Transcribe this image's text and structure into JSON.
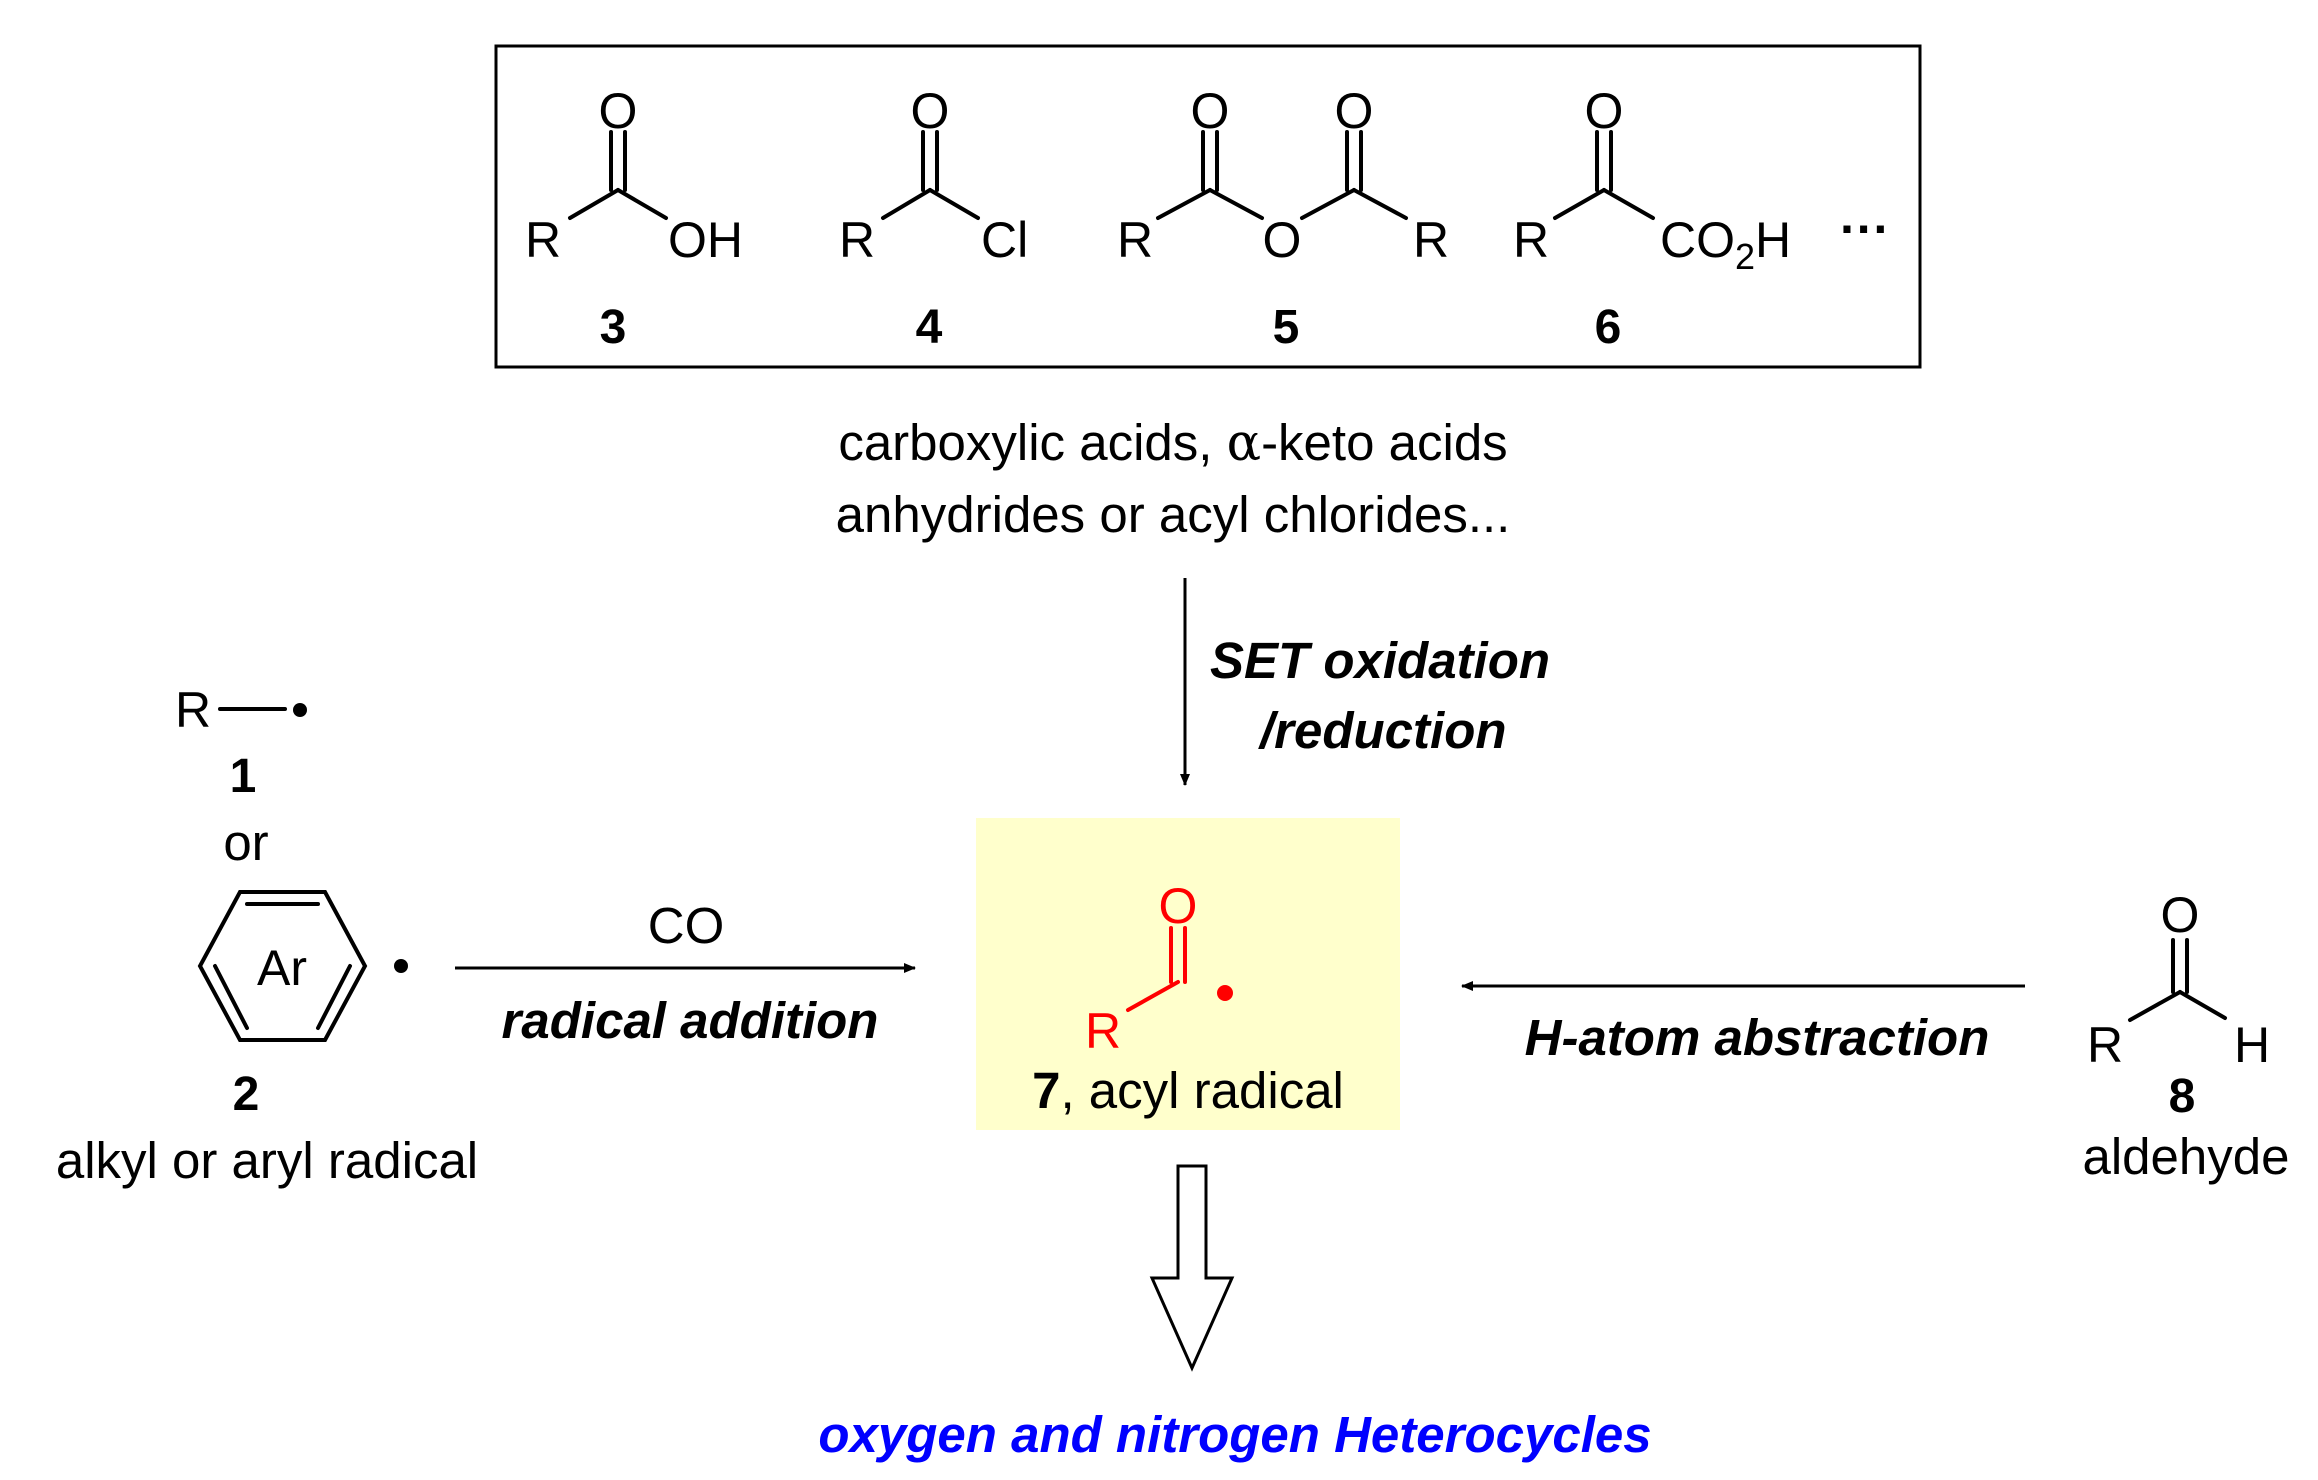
{
  "substrates": {
    "s3": {
      "r": "R",
      "o": "O",
      "oh": "OH",
      "number": "3"
    },
    "s4": {
      "r": "R",
      "o": "O",
      "cl": "Cl",
      "number": "4"
    },
    "s5": {
      "r1": "R",
      "o1": "O",
      "o_bridge": "O",
      "o2": "O",
      "r2": "R",
      "number": "5"
    },
    "s6": {
      "r": "R",
      "o": "O",
      "co2h_prefix": "CO",
      "co2h_sub": "2",
      "co2h_suffix": "H",
      "number": "6"
    },
    "ellipsis": "···"
  },
  "caption_top": {
    "line1_a": "carboxylic acids, ",
    "line1_alpha": "α",
    "line1_b": "-keto acids",
    "line2": "anhydrides or acyl chlorides..."
  },
  "arrow_top": {
    "label1": "SET oxidation",
    "label2": "/reduction"
  },
  "left": {
    "r_label": "R",
    "num1": "1",
    "or": "or",
    "ar_label": "Ar",
    "num2": "2",
    "caption": "alkyl or aryl radical"
  },
  "arrow_left": {
    "above": "CO",
    "below": "radical addition"
  },
  "center": {
    "o": "O",
    "r": "R",
    "num": "7",
    "label": ", acyl radical",
    "highlight_color": "#FFFFCC",
    "accent_color": "#FF0000"
  },
  "arrow_right": {
    "label": "H-atom abstraction"
  },
  "right": {
    "o": "O",
    "r": "R",
    "h": "H",
    "num": "8",
    "caption": "aldehyde"
  },
  "bottom": {
    "label": "oxygen and nitrogen Heterocycles",
    "color": "#0000FF"
  }
}
